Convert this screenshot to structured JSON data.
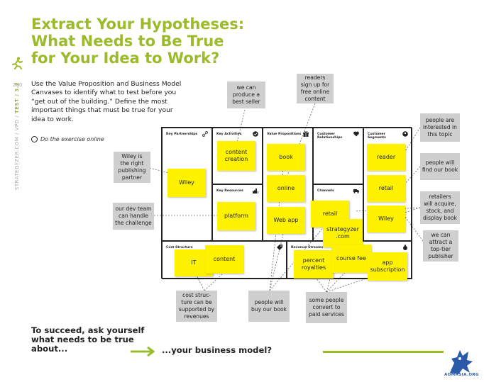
{
  "title": {
    "line1": "Extract Your Hypotheses:",
    "line2": "What Needs to Be True",
    "line3": "for Your Idea to Work?"
  },
  "sidebar": {
    "page_number": "200",
    "path_site": "STRATEGYZER.COM / VPD / ",
    "path_section": "TEST / 3.2"
  },
  "intro": {
    "text": "Use the Value Proposition and Business Model Canvases to identify what to test before you “get out of the building.” Define the most important things that must be true for your idea to work.",
    "online_label": "Do the exercise online"
  },
  "canvas": {
    "blocks": {
      "key_partnerships": "Key Partnerships",
      "key_activities": "Key Activities",
      "key_resources": "Key Resources",
      "value_propositions": "Value Propositions",
      "customer_relationships": "Customer Relationships",
      "channels": "Channels",
      "customer_segments": "Customer Segments",
      "cost_structure": "Cost Structure",
      "revenue_streams": "Revenue Streams"
    },
    "stickies": {
      "wiley_partner": "Wiley",
      "content_creation": "content creation",
      "platform": "platform",
      "book": "book",
      "online": "online",
      "web_app": "Web app",
      "retail_channel": "retail",
      "strategyzer": "strategyzer .com",
      "reader": "reader",
      "retail_segment": "retail",
      "wiley_segment": "Wiley",
      "it": "IT",
      "content": "content",
      "percent_royalties": "percent royalties",
      "course_fee": "course fee",
      "app_subscription": "app subscription"
    }
  },
  "notes": {
    "readers_signup": "readers\nsign up for\nfree online\ncontent",
    "best_seller": "we can\nproduce a\nbest seller",
    "wiley_partner": "Wiley is\nthe right\npublishing\npartner",
    "dev_team": "our dev team\ncan handle\nthe challenge",
    "interested": "people are\ninterested in\nthis topic",
    "find_book": "people will\nfind our book",
    "retailers": "retailers\nwill acquire,\nstock, and\ndisplay book",
    "publisher": "we can\nattract a\ntop-tier\npublisher",
    "cost_structure": "cost struc-\nture can be\nsupported by\nrevenues",
    "buy_book": "people will\nbuy our book",
    "convert": "some people\nconvert to\npaid services"
  },
  "footer": {
    "left": "To succeed, ask yourself what needs to be true about...",
    "right": "...your business model?",
    "logo_text": "AOMASIA.ORG"
  },
  "colors": {
    "accent_green": "#9bbb2b",
    "sticky_yellow": "#fff200",
    "note_gray": "#cfcfcf",
    "logo_blue": "#2a5aa8"
  }
}
